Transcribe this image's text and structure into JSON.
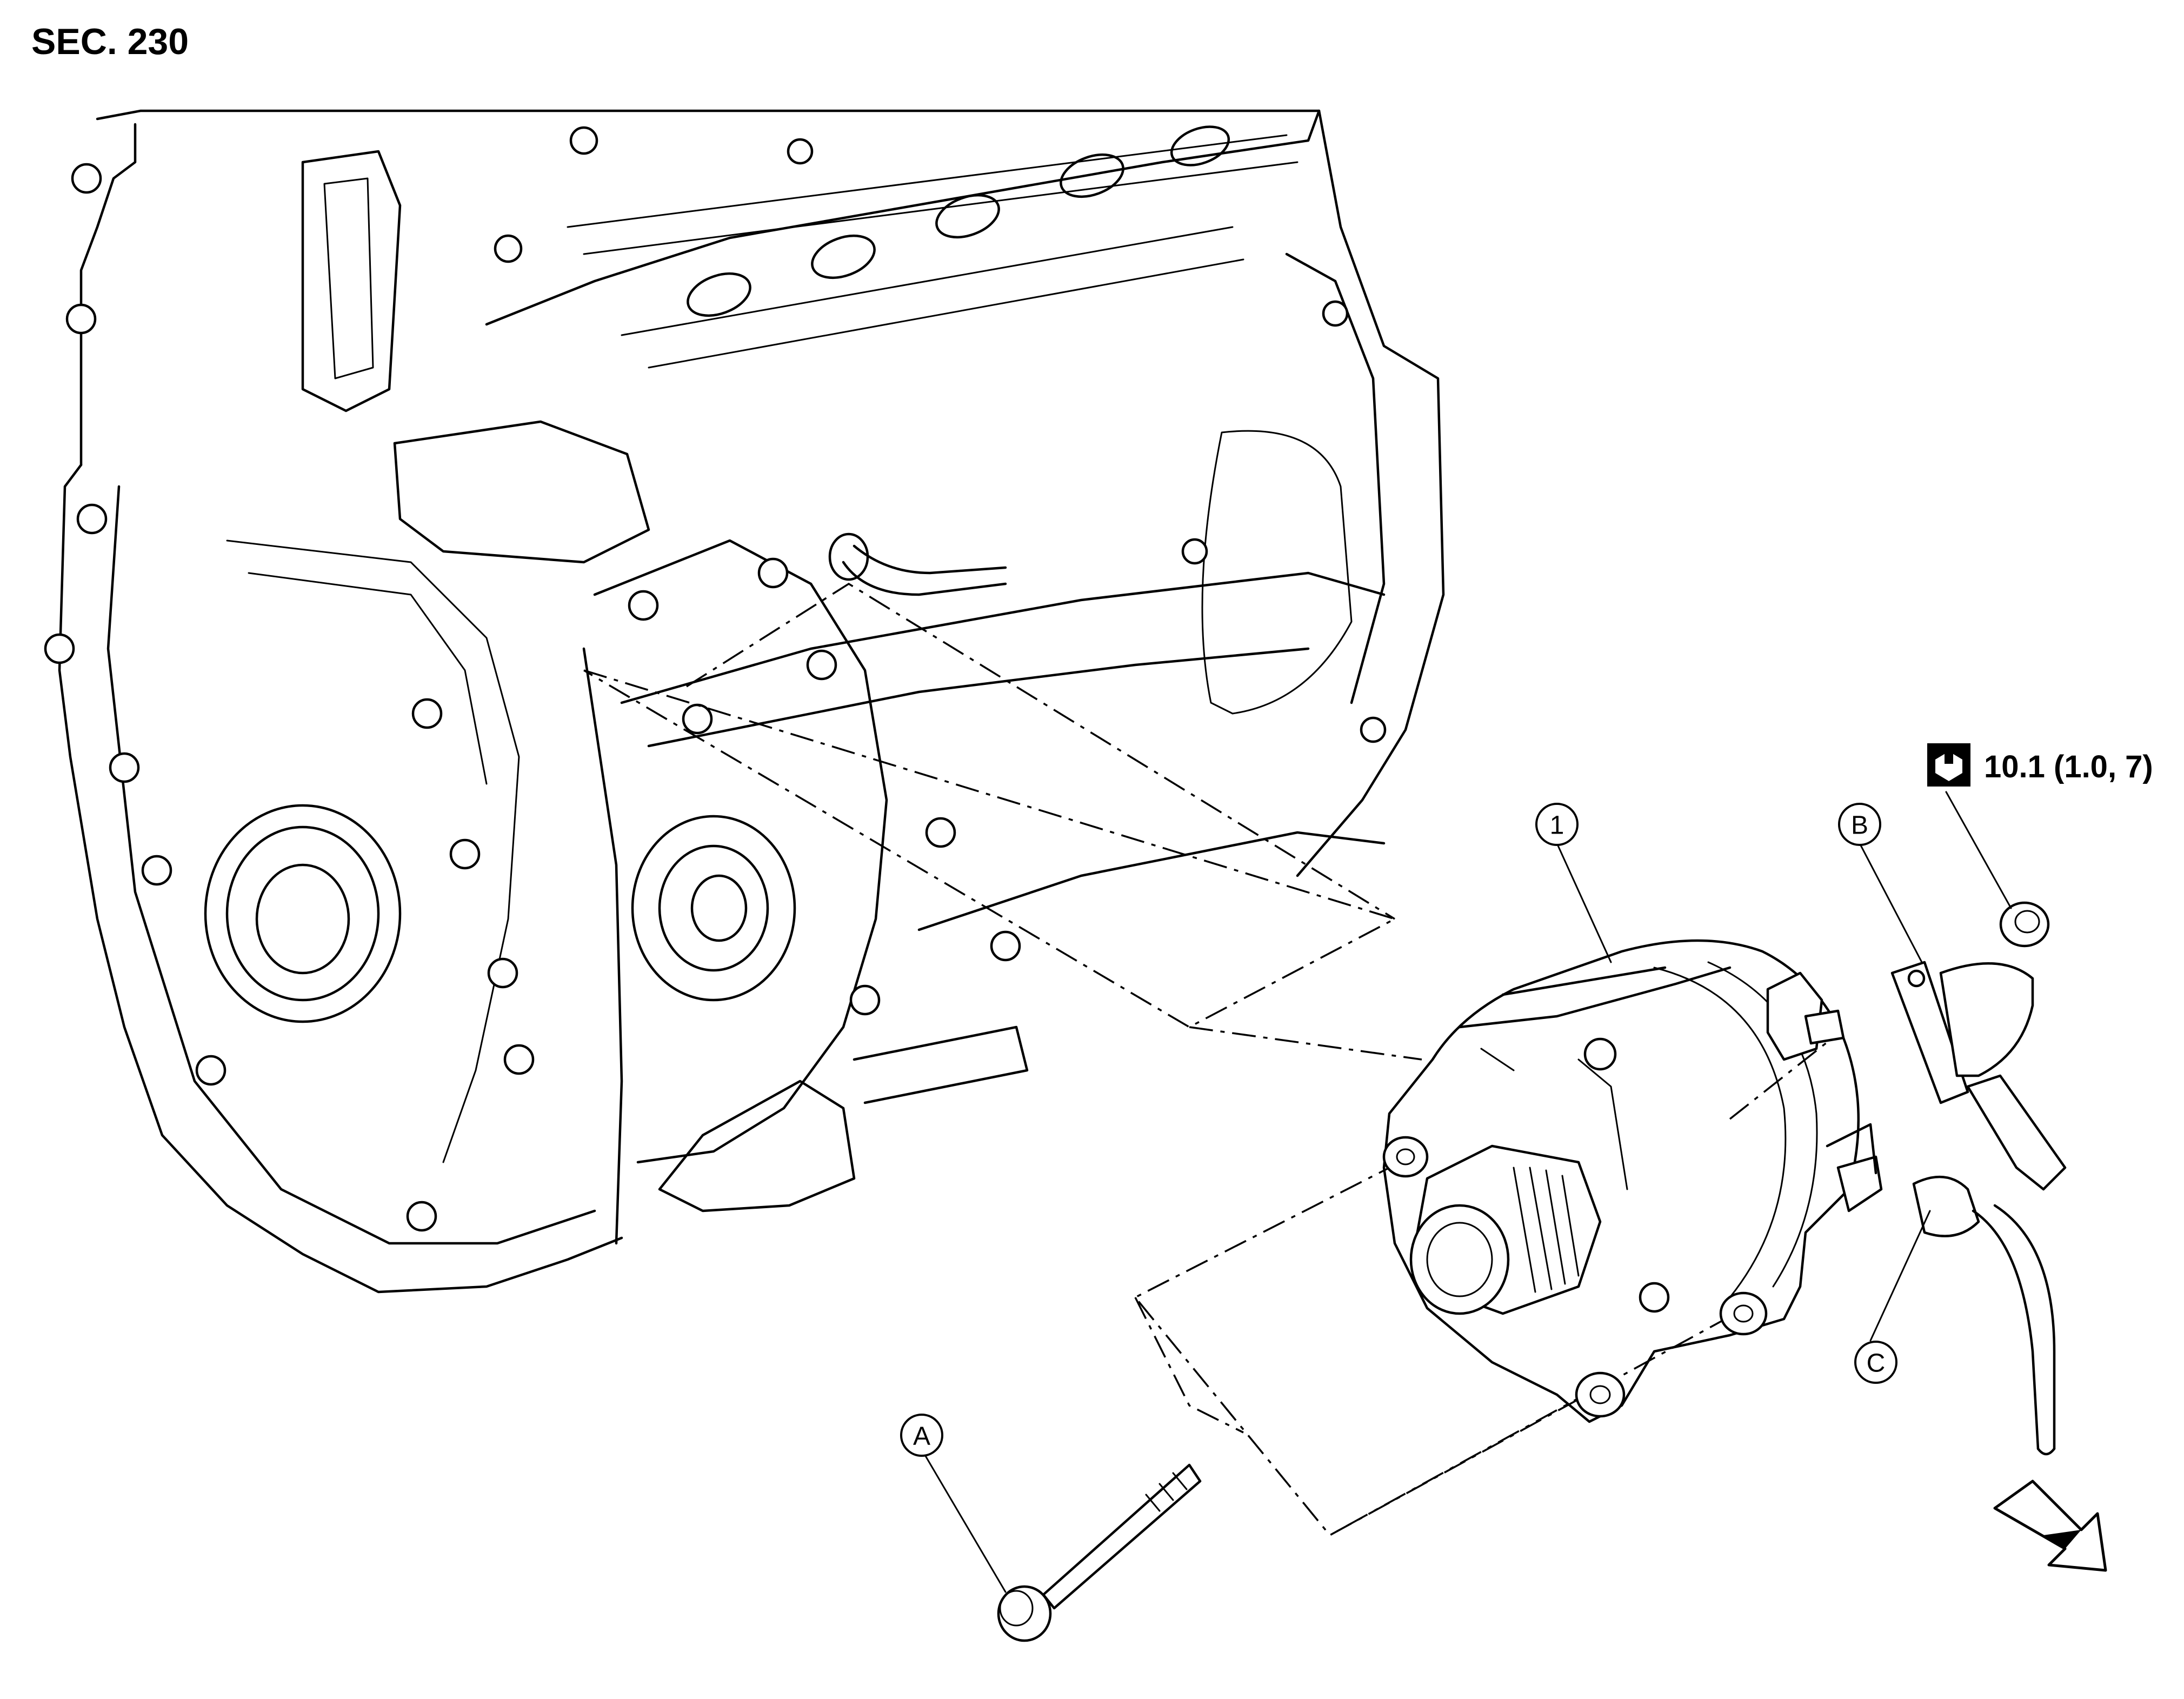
{
  "section_label": "SEC. 230",
  "torque_spec": "10.1 (1.0, 7)",
  "callouts": {
    "alternator": "1",
    "bolt": "A",
    "harness_b": "B",
    "harness_c": "C"
  },
  "icons": {
    "torque": "torque-wrench-icon",
    "front": "front-direction-arrow-icon"
  }
}
